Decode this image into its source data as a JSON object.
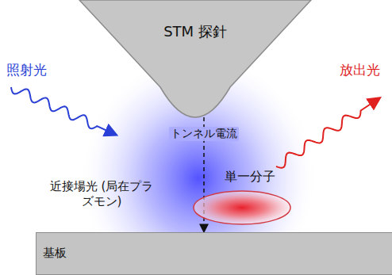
{
  "diagram": {
    "nodes": [
      {
        "text": [
          "STM 探針"
        ]
      },
      {
        "text": [
          "単一分子"
        ]
      },
      {
        "text": [
          "基板"
        ]
      }
    ],
    "edges": [
      {
        "from": 0,
        "to": 2,
        "arrow": "to",
        "label": "トンネル電流"
      }
    ],
    "labels": [
      "照射光",
      "放出光",
      "近接場光 (局在プラズモン)"
    ]
  }
}
